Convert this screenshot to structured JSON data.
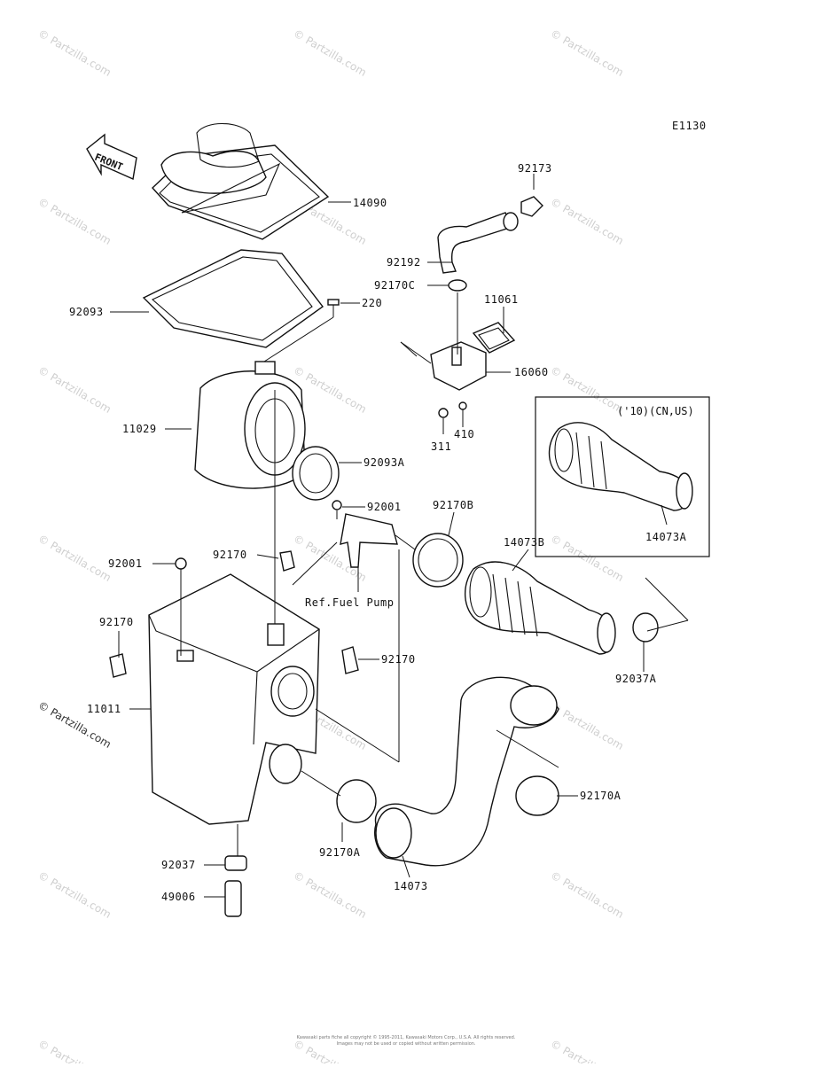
{
  "diagram_code": "E1130",
  "front_label": "FRONT",
  "variant_note": "('10)(CN,US)",
  "ref_note": "Ref.Fuel Pump",
  "watermark_text": "© Partzilla.com",
  "footer_lines": [
    "Kawasaki parts fiche all copyright © 1995-2011, Kawasaki Motors Corp., U.S.A. All rights reserved.",
    "Images may not be used or copied without written permission."
  ],
  "callouts": [
    "14090",
    "92173",
    "92192",
    "92170C",
    "11061",
    "92093",
    "220",
    "16060",
    "311",
    "410",
    "11029",
    "92093A",
    "92001",
    "92170B",
    "92170",
    "14073B",
    "92001",
    "14073A",
    "92170",
    "92170",
    "92037A",
    "11011",
    "92170A",
    "92037",
    "92170A",
    "14073",
    "49006"
  ],
  "colors": {
    "ink": "#111111",
    "watermark": "#cfcfcf",
    "background": "#ffffff"
  }
}
